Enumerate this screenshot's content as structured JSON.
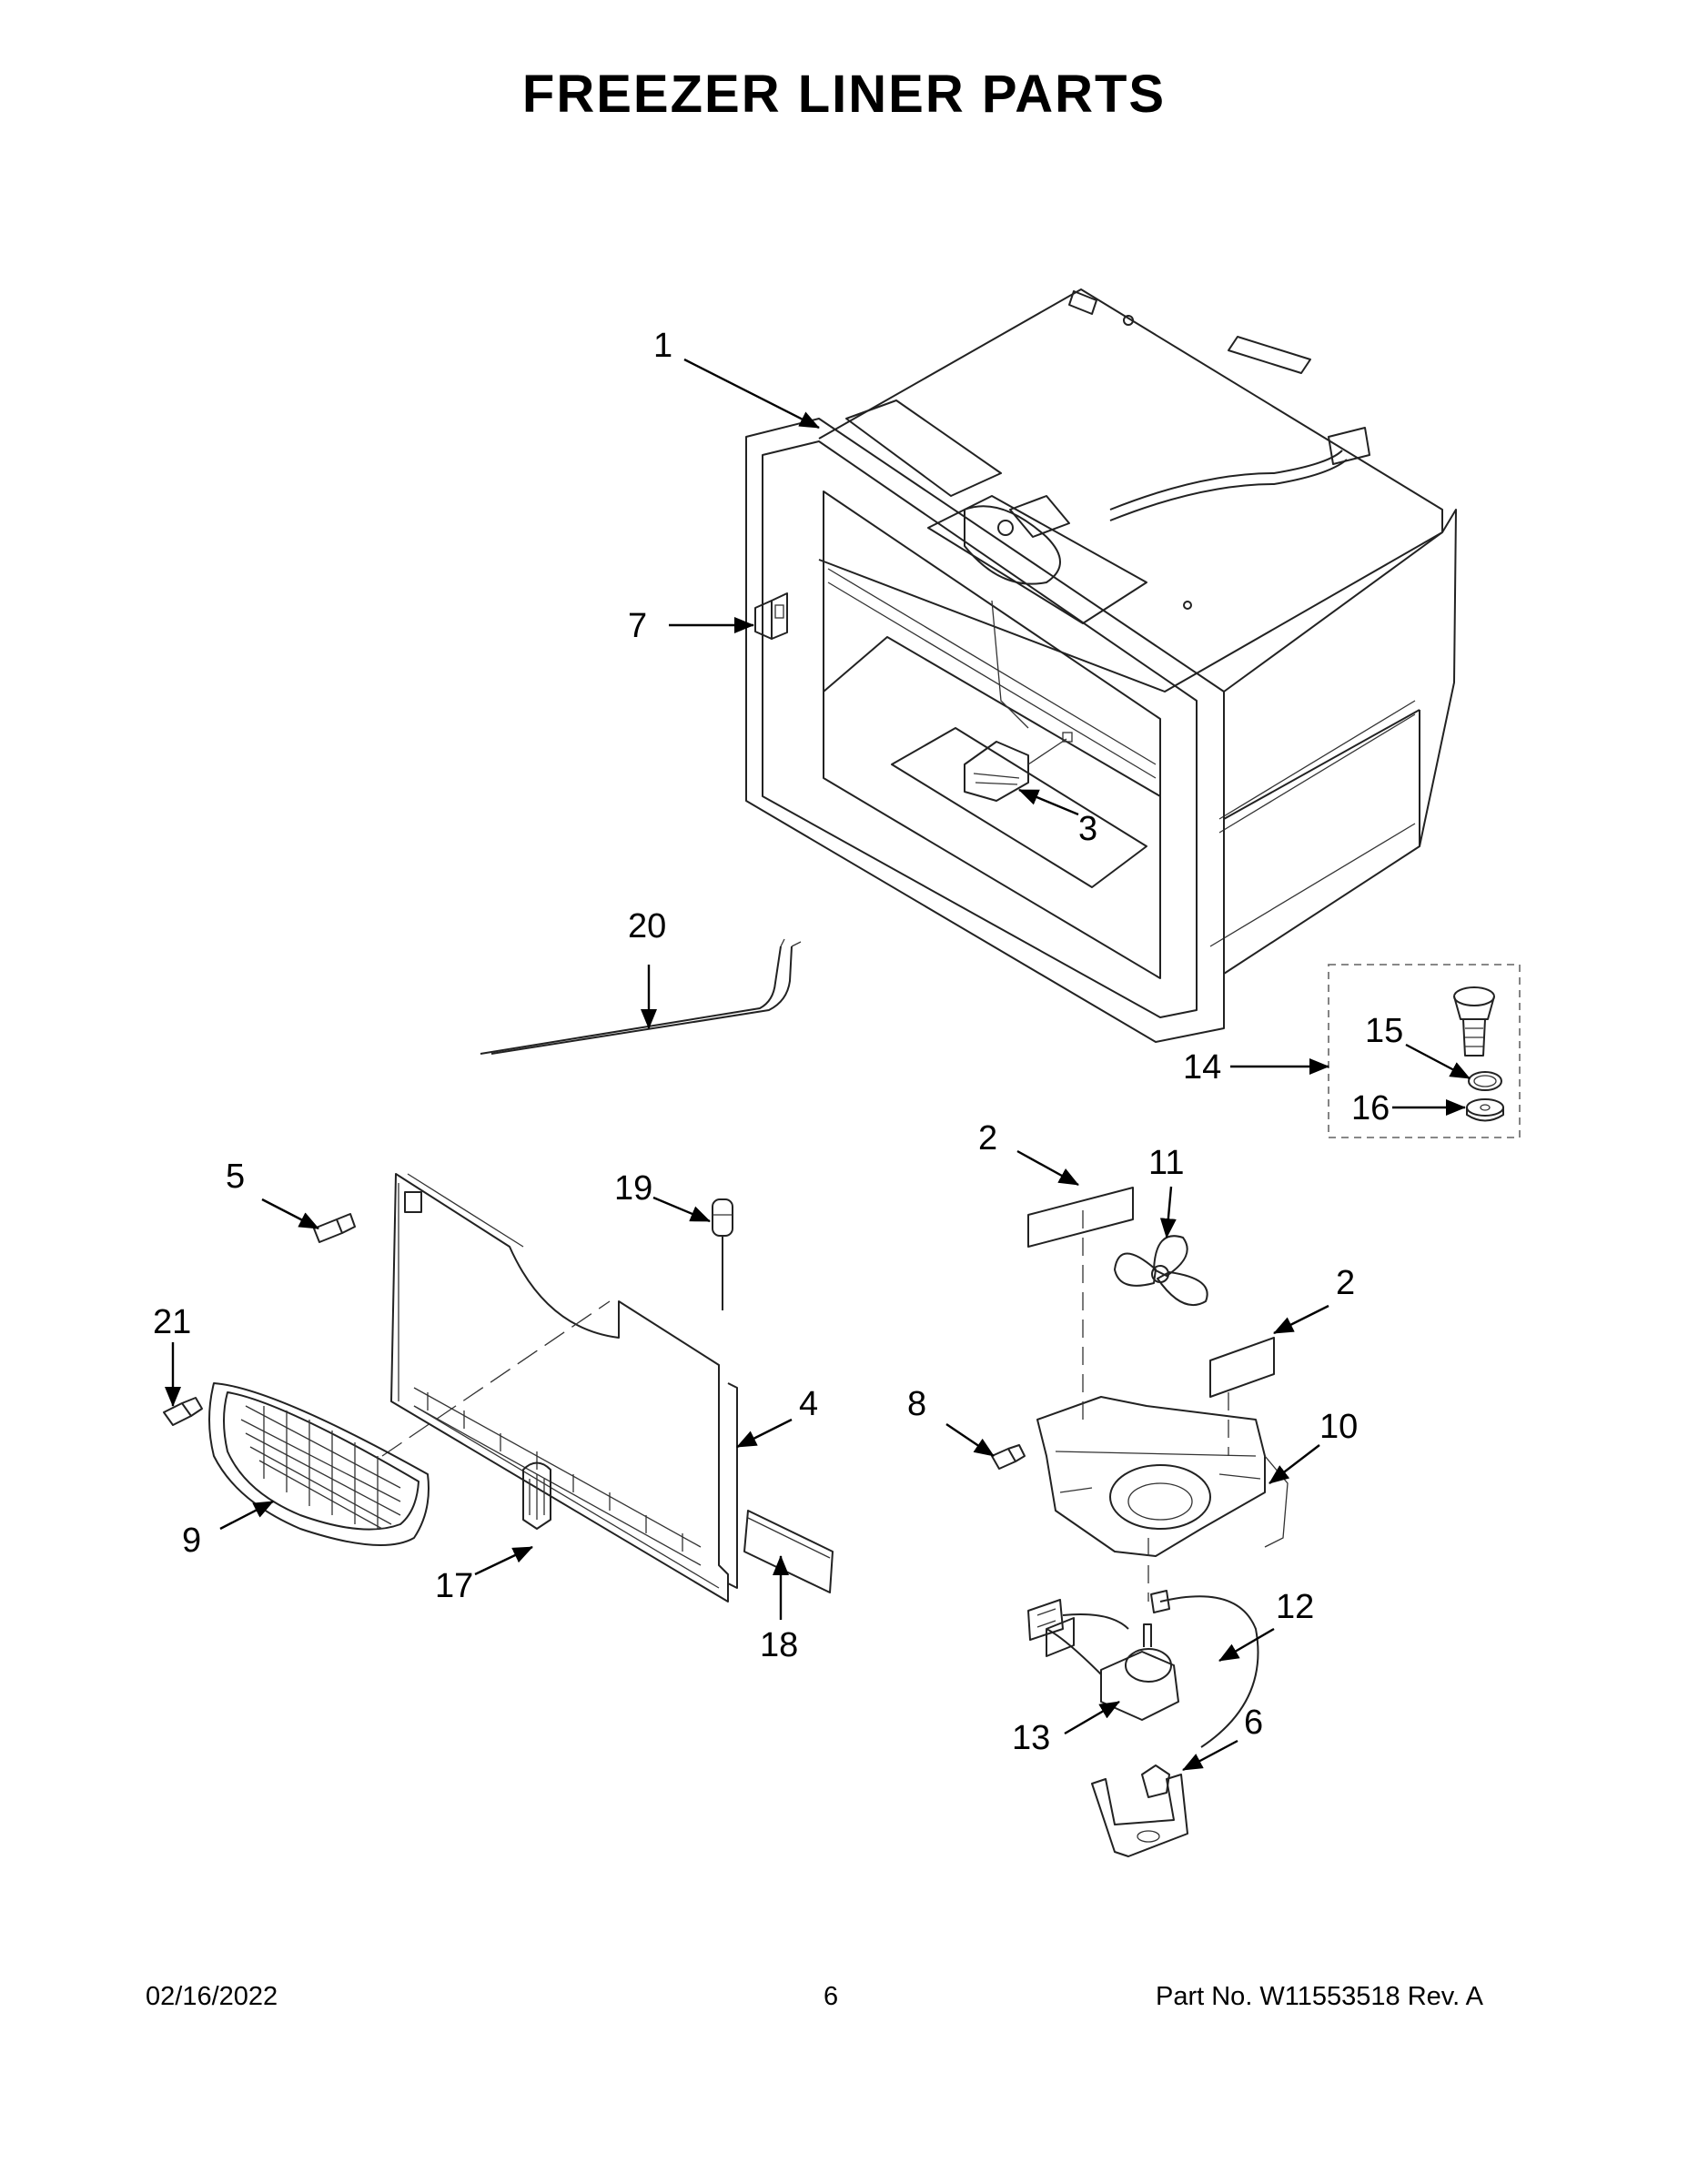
{
  "title": "FREEZER LINER PARTS",
  "callouts": [
    "1",
    "2",
    "2",
    "3",
    "4",
    "5",
    "6",
    "7",
    "8",
    "9",
    "10",
    "11",
    "12",
    "13",
    "14",
    "15",
    "16",
    "17",
    "18",
    "19",
    "20",
    "21"
  ],
  "footer": {
    "date": "02/16/2022",
    "page": "6",
    "part_no": "Part No.  W11553518  Rev.  A"
  }
}
